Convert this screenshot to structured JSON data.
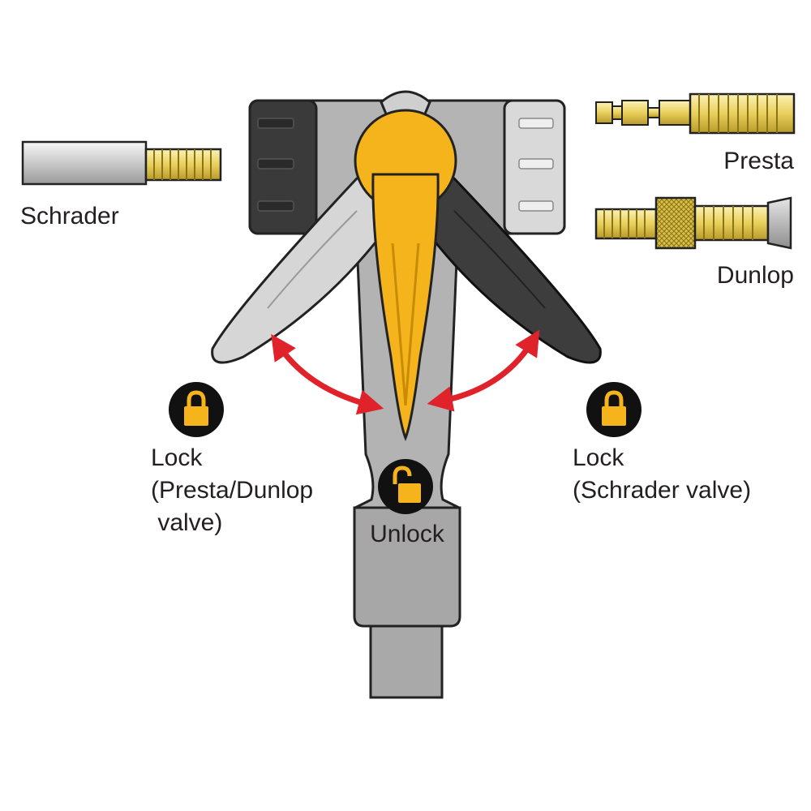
{
  "labels": {
    "schrader": "Schrader",
    "presta": "Presta",
    "dunlop": "Dunlop",
    "lock_left_line1": "Lock",
    "lock_left_line2": "(Presta/Dunlop",
    "lock_left_line3": " valve)",
    "lock_right_line1": "Lock",
    "lock_right_line2": "(Schrader valve)",
    "unlock": "Unlock"
  },
  "colors": {
    "lever_yellow": "#f5b41b",
    "lever_light": "#d4d4d4",
    "lever_dark": "#3a3a3a",
    "body_gray": "#a9a9a9",
    "arrow_red": "#e0232b",
    "icon_black": "#111111",
    "valve_brass": "#f2de7a",
    "text": "#231f20"
  },
  "icons": {
    "lock_left": "padlock-closed-icon",
    "lock_right": "padlock-closed-icon",
    "unlock": "padlock-open-icon"
  }
}
